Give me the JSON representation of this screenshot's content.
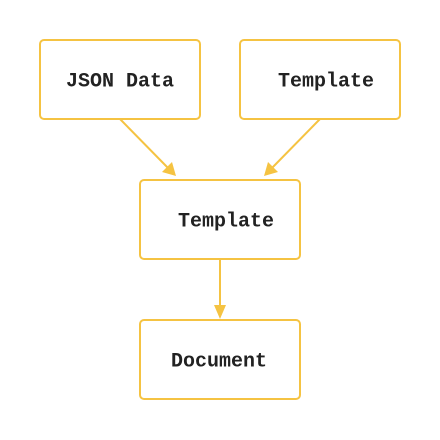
{
  "diagram": {
    "colors": {
      "border": "#f5c342",
      "edge": "#f5c342",
      "text": "#222222",
      "background": "#ffffff"
    },
    "nodes": [
      {
        "id": "json-data",
        "label": "JSON Data"
      },
      {
        "id": "template-top",
        "label": "Template"
      },
      {
        "id": "template-mid",
        "label": "Template"
      },
      {
        "id": "document",
        "label": "Document"
      }
    ],
    "edges": [
      {
        "from": "json-data",
        "to": "template-mid"
      },
      {
        "from": "template-top",
        "to": "template-mid"
      },
      {
        "from": "template-mid",
        "to": "document"
      }
    ]
  }
}
